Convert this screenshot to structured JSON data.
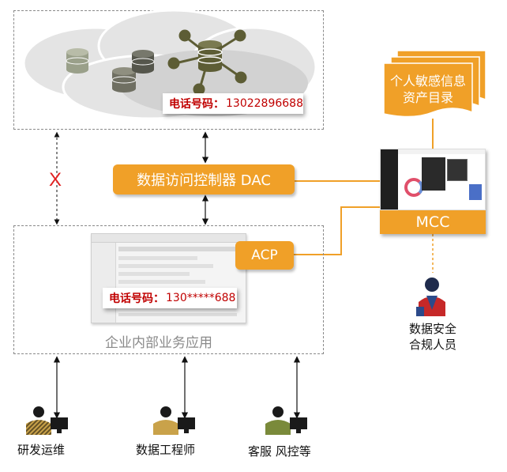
{
  "cloud": {
    "phone_label": "电话号码：",
    "phone_value": "13022896688"
  },
  "dac": {
    "label": "数据访问控制器 DAC"
  },
  "blocked_marker": "X",
  "acp": {
    "label": "ACP"
  },
  "app": {
    "name": "企业内部业务应用",
    "phone_label": "电话号码：",
    "phone_value": "130*****688"
  },
  "catalog": {
    "line1": "个人敏感信息",
    "line2": "资产目录"
  },
  "mcc": {
    "label": "MCC"
  },
  "compliance": {
    "line1": "数据安全",
    "line2": "合规人员"
  },
  "users": [
    {
      "label": "研发运维"
    },
    {
      "label": "数据工程师"
    },
    {
      "label": "客服 风控等"
    }
  ],
  "colors": {
    "orange": "#f0a028",
    "red": "#e02020",
    "db_gray": "#7b7b6a"
  }
}
